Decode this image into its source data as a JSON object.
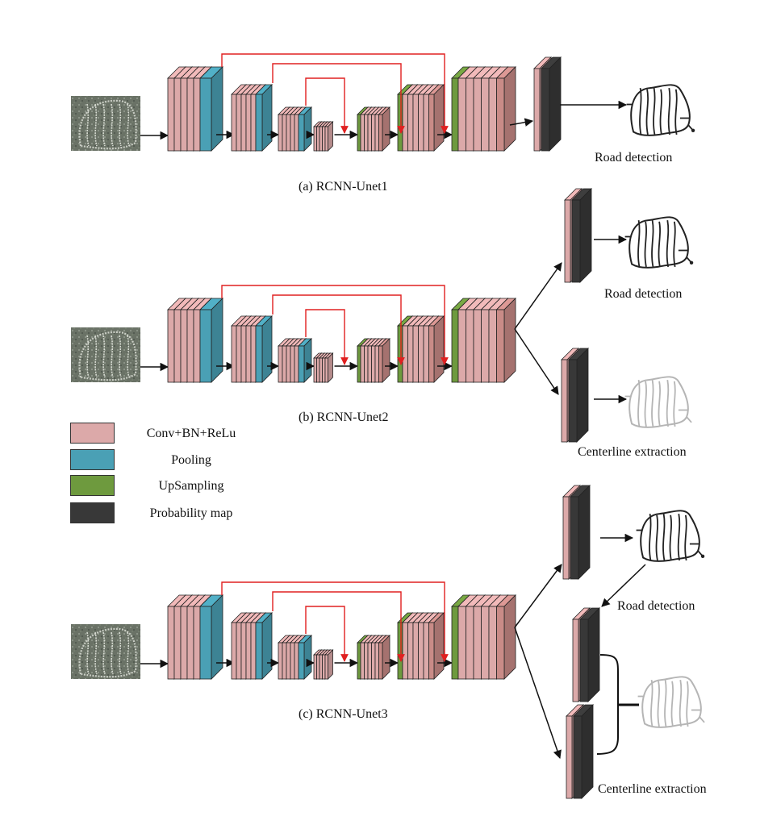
{
  "panels": [
    {
      "caption": "(a) RCNN-Unet1",
      "outputs": [
        "Road detection"
      ]
    },
    {
      "caption": "(b) RCNN-Unet2",
      "outputs": [
        "Road detection",
        "Centerline extraction"
      ]
    },
    {
      "caption": "(c) RCNN-Unet3",
      "outputs": [
        "Road detection",
        "Centerline extraction"
      ]
    }
  ],
  "legend": [
    {
      "label": "Conv+BN+ReLu",
      "color": "#dca9a9"
    },
    {
      "label": "Pooling",
      "color": "#4aa0b5"
    },
    {
      "label": "UpSampling",
      "color": "#6e9a3e"
    },
    {
      "label": "Probability map",
      "color": "#383838"
    }
  ],
  "colors": {
    "conv": "#dca9a9",
    "conv_dark": "#c98b87",
    "pool": "#4aa0b5",
    "upsample": "#6e9a3e",
    "prob": "#383838",
    "skip": "#e02020",
    "road": "#222222",
    "centerline": "#b5b5b5"
  }
}
